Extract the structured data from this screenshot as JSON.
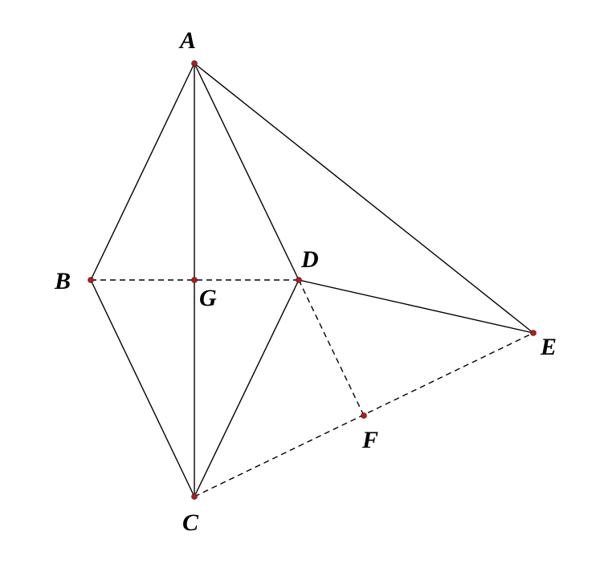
{
  "colors": {
    "line": "#000000",
    "point": "#b01c1c",
    "background": "#ffffff"
  },
  "points": {
    "A": "A",
    "B": "B",
    "C": "C",
    "D": "D",
    "E": "E",
    "F": "F",
    "G": "G"
  }
}
